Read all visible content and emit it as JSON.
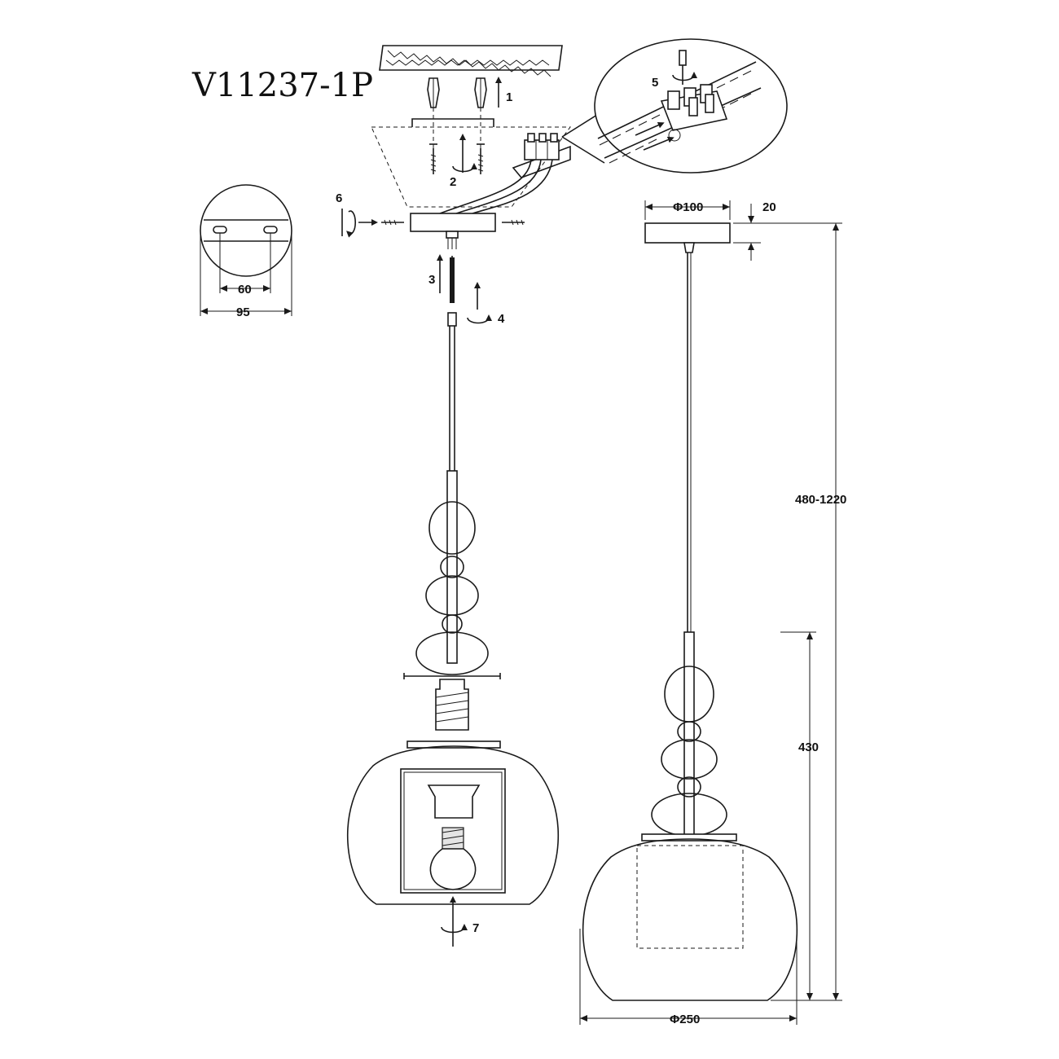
{
  "title": "V11237-1P",
  "steps": [
    "1",
    "2",
    "3",
    "4",
    "5",
    "6",
    "7"
  ],
  "dimensions": {
    "canopy_diameter": "Φ100",
    "canopy_height": "20",
    "hanging_length": "480-1220",
    "lamp_height": "430",
    "shade_diameter": "Φ250",
    "plate_hole_spacing": "60",
    "plate_width": "95"
  },
  "icons": [
    "rotate-arrow-icon",
    "up-arrow-icon",
    "screw-icon",
    "wall-anchor-icon",
    "terminal-block-icon",
    "bulb-icon"
  ]
}
